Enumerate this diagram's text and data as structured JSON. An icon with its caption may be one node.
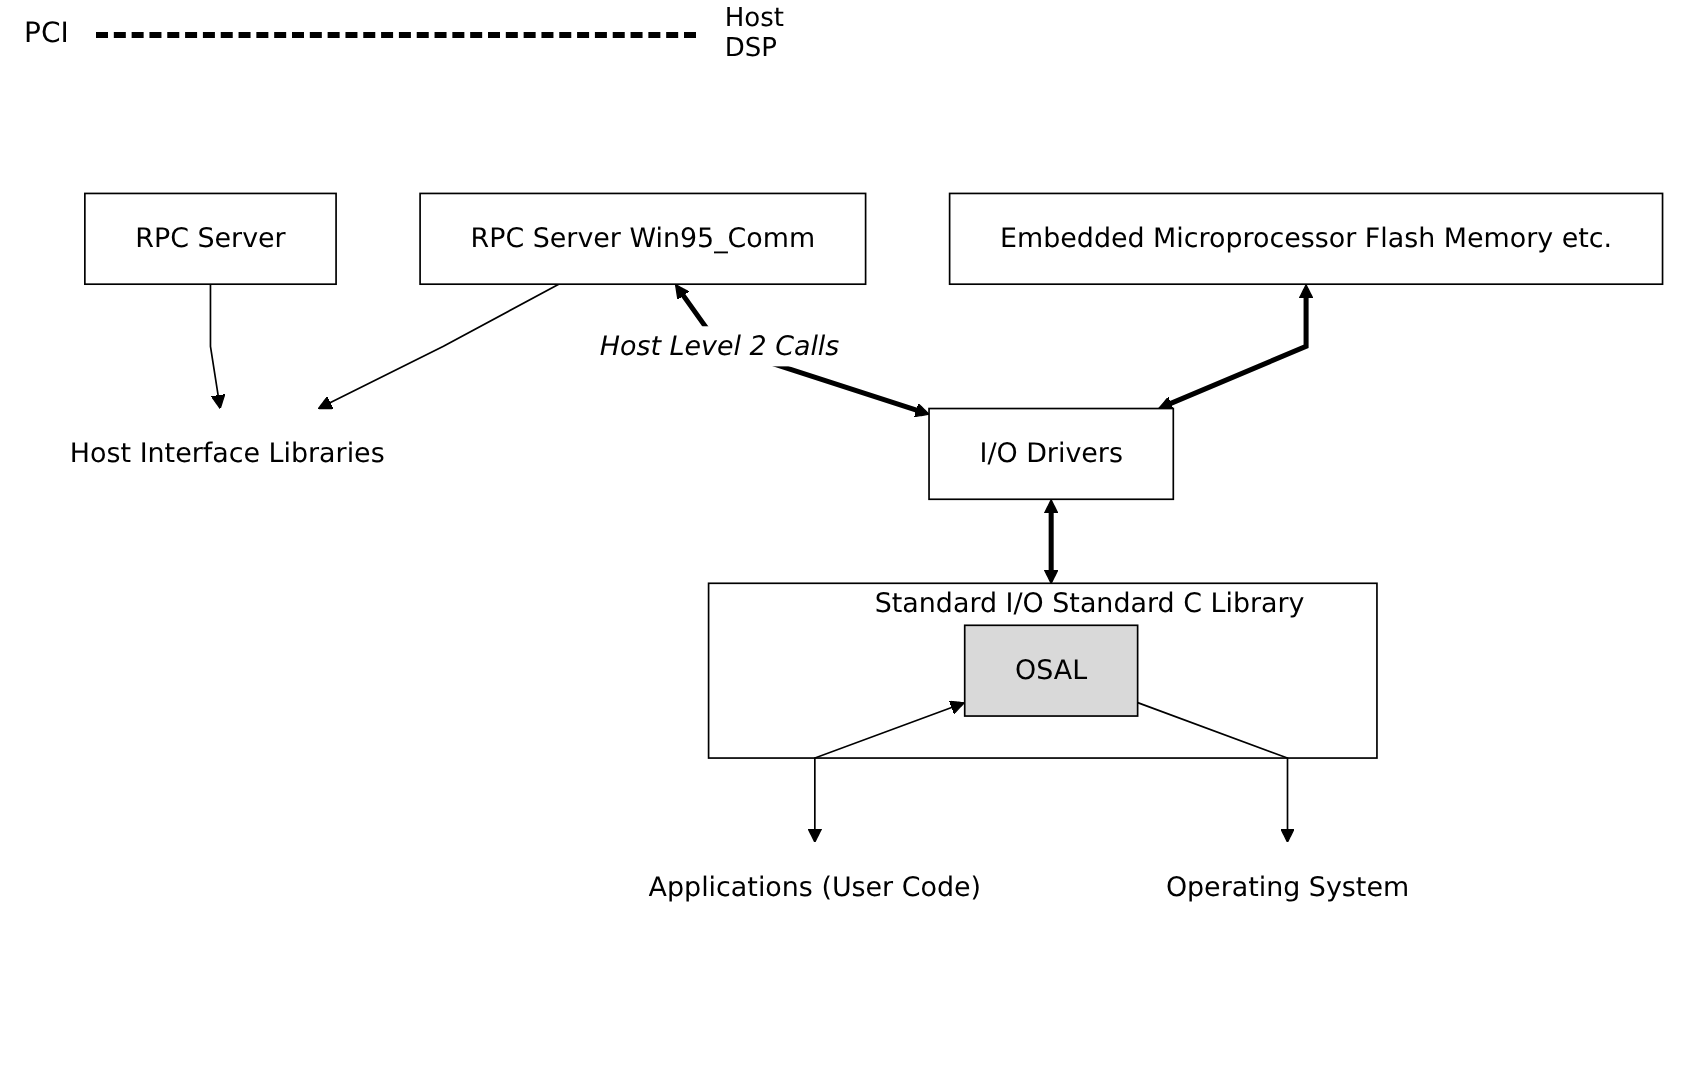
{
  "diagram": {
    "nodes": [
      {
        "text": [
          "RPC Server"
        ]
      },
      {
        "text": [
          "Host Interface Libraries"
        ]
      },
      {
        "text": [
          "RPC Server Win95_Comm"
        ]
      },
      {
        "text": [
          "I/O Drivers"
        ]
      },
      {
        "text": [
          "Embedded Microprocessor Flash Memory etc."
        ]
      },
      {
        "text": [
          "Standard I/O Standard C Library"
        ]
      },
      {
        "text": [
          "OSAL"
        ],
        "in": 5
      },
      {
        "text": [
          "Applications (User Code)"
        ]
      },
      {
        "text": [
          "Operating System"
        ]
      }
    ],
    "edges": [
      {
        "from": 0,
        "to": 1,
        "arrow": "to"
      },
      {
        "from": 2,
        "to": 1,
        "arrow": "to"
      },
      {
        "from": 2,
        "to": 3,
        "arrow": "both",
        "style": "thick",
        "label": "Host Level 2 Calls"
      },
      {
        "from": 4,
        "to": 3,
        "arrow": "both",
        "style": "thick"
      },
      {
        "from": 3,
        "to": 5,
        "arrow": "both",
        "style": "thick"
      },
      {
        "from": 6,
        "to": 7,
        "arrow": "both"
      },
      {
        "from": 6,
        "to": 8,
        "arrow": "to"
      }
    ],
    "labels": [
      "PCI",
      "Host",
      "DSP"
    ]
  }
}
